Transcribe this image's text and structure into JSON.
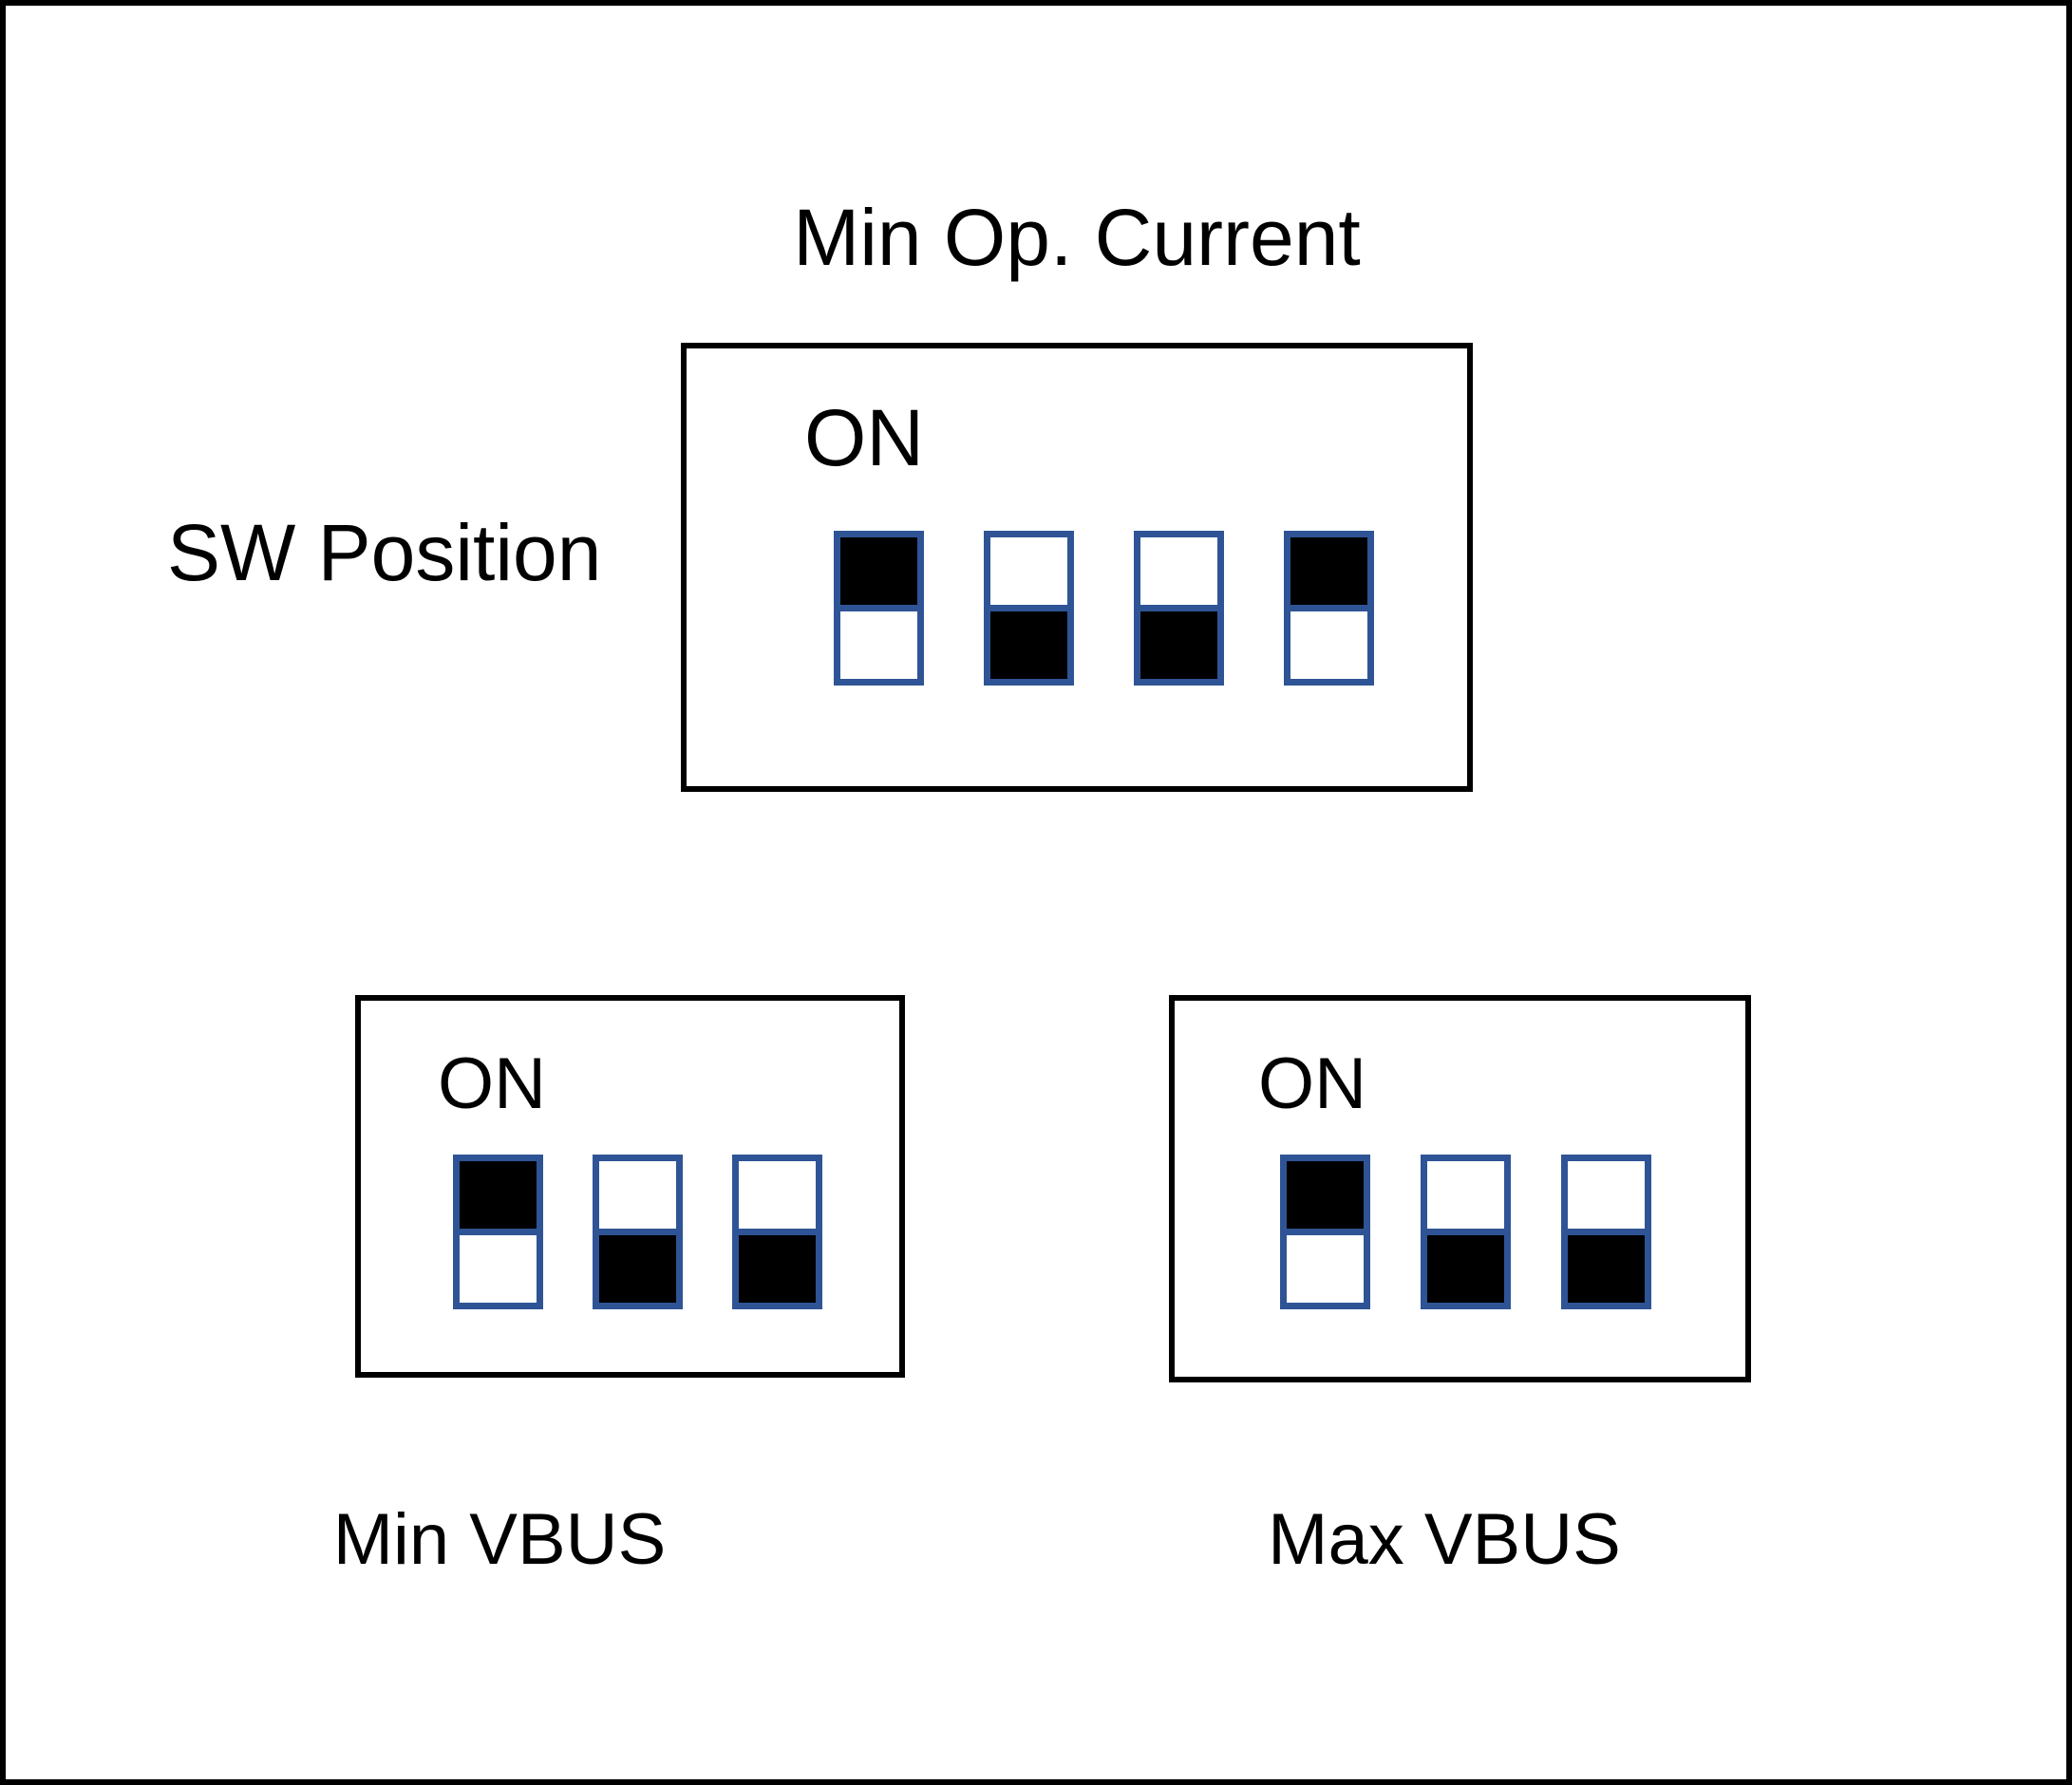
{
  "diagram": {
    "groups": [
      {
        "id": "min-op-current",
        "title": "Min Op. Current",
        "side_label": "SW Position",
        "on_label": "ON",
        "switches": [
          "on",
          "off",
          "off",
          "on"
        ]
      },
      {
        "id": "min-vbus",
        "caption": "Min VBUS",
        "on_label": "ON",
        "switches": [
          "on",
          "off",
          "off"
        ]
      },
      {
        "id": "max-vbus",
        "caption": "Max VBUS",
        "on_label": "ON",
        "switches": [
          "on",
          "off",
          "off"
        ]
      }
    ],
    "colors": {
      "switch_border": "#2f5496",
      "switch_fill_on": "#000000",
      "box_border": "#000000",
      "background": "#ffffff"
    }
  }
}
